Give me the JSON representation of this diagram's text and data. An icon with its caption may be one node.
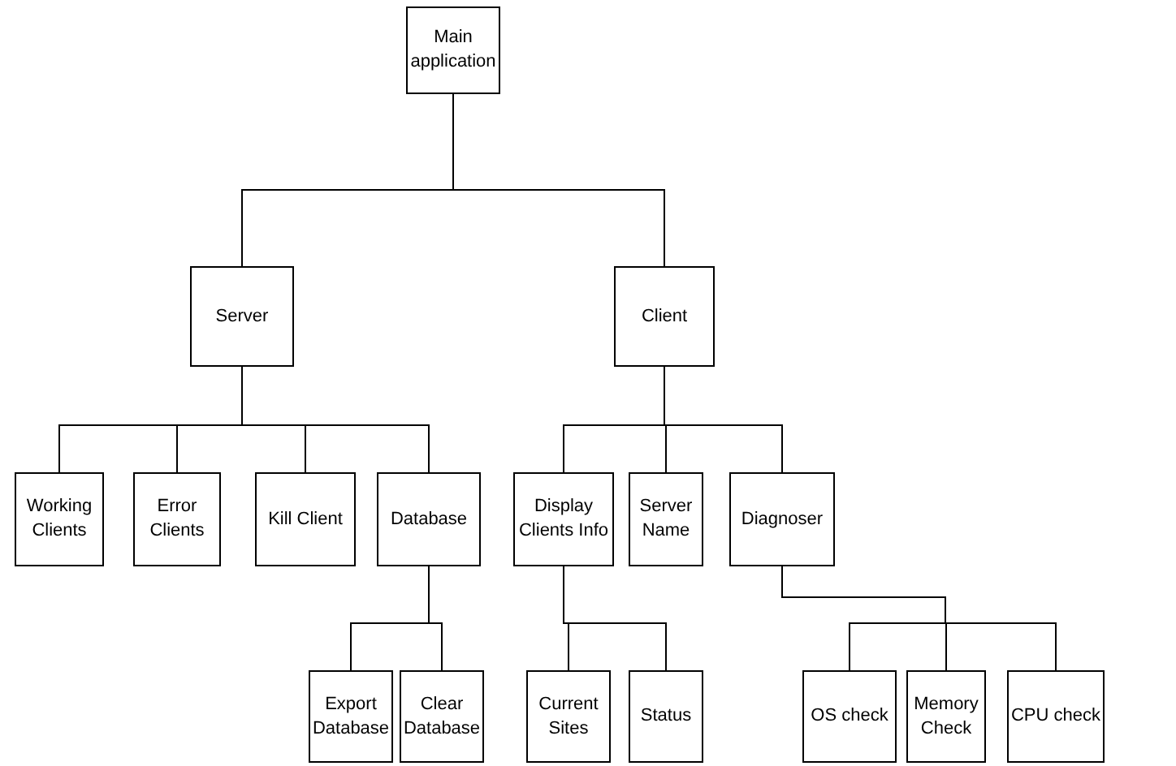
{
  "diagram": {
    "nodes": [
      {
        "text": [
          "Main application"
        ]
      },
      {
        "text": [
          "Server"
        ]
      },
      {
        "text": [
          "Client"
        ]
      },
      {
        "text": [
          "Working Clients"
        ]
      },
      {
        "text": [
          "Error Clients"
        ]
      },
      {
        "text": [
          "Kill Client"
        ]
      },
      {
        "text": [
          "Database"
        ]
      },
      {
        "text": [
          "Export Database"
        ]
      },
      {
        "text": [
          "Clear Database"
        ]
      },
      {
        "text": [
          "Display Clients Info"
        ]
      },
      {
        "text": [
          "Server Name"
        ]
      },
      {
        "text": [
          "Diagnoser"
        ]
      },
      {
        "text": [
          "Current Sites"
        ]
      },
      {
        "text": [
          "Status"
        ]
      },
      {
        "text": [
          "OS check"
        ]
      },
      {
        "text": [
          "Memory Check"
        ]
      },
      {
        "text": [
          "CPU check"
        ]
      }
    ],
    "edges": [
      {
        "from": 0,
        "to": 1,
        "arrow": "none"
      },
      {
        "from": 0,
        "to": 2,
        "arrow": "none"
      },
      {
        "from": 1,
        "to": 3,
        "arrow": "none"
      },
      {
        "from": 1,
        "to": 4,
        "arrow": "none"
      },
      {
        "from": 1,
        "to": 5,
        "arrow": "none"
      },
      {
        "from": 1,
        "to": 6,
        "arrow": "none"
      },
      {
        "from": 6,
        "to": 7,
        "arrow": "none"
      },
      {
        "from": 6,
        "to": 8,
        "arrow": "none"
      },
      {
        "from": 2,
        "to": 9,
        "arrow": "none"
      },
      {
        "from": 2,
        "to": 10,
        "arrow": "none"
      },
      {
        "from": 2,
        "to": 11,
        "arrow": "none"
      },
      {
        "from": 9,
        "to": 12,
        "arrow": "none"
      },
      {
        "from": 9,
        "to": 13,
        "arrow": "none"
      },
      {
        "from": 11,
        "to": 14,
        "arrow": "none"
      },
      {
        "from": 11,
        "to": 15,
        "arrow": "none"
      },
      {
        "from": 11,
        "to": 16,
        "arrow": "none"
      }
    ]
  }
}
